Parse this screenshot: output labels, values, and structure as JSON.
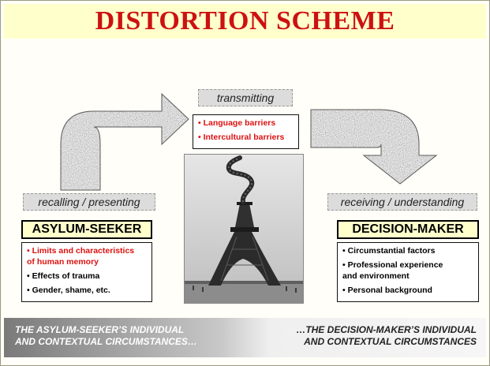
{
  "title": "DISTORTION SCHEME",
  "colors": {
    "title_text": "#cc1111",
    "title_background": "#ffffcc",
    "highlight_red": "#dd1111",
    "actor_background": "#ffffcc"
  },
  "stages": {
    "left": "recalling / presenting",
    "middle": "transmitting",
    "right": "receiving / understanding"
  },
  "actors": {
    "left": "ASYLUM-SEEKER",
    "right": "DECISION-MAKER"
  },
  "transmitting_factors": [
    "• Language barriers",
    "• Intercultural barriers"
  ],
  "asylum_seeker_factors": {
    "highlighted": [
      "• Limits and characteristics",
      "of human memory"
    ],
    "other": [
      "• Effects of trauma",
      "• Gender, shame, etc."
    ]
  },
  "decision_maker_factors": [
    "• Circumstantial factors",
    "• Professional experience",
    "and environment",
    "• Personal background"
  ],
  "icons": {
    "left_arrow": "curved-up-right-arrow-icon",
    "right_arrow": "curved-down-right-arrow-icon",
    "photo": "twisted-tower-photo"
  },
  "bottom": {
    "left_line1": "THE ASYLUM-SEEKER’S INDIVIDUAL",
    "left_line2": "AND CONTEXTUAL CIRCUMSTANCES…",
    "right_line1": "…THE DECISION-MAKER’S INDIVIDUAL",
    "right_line2": "AND CONTEXTUAL CIRCUMSTANCES"
  }
}
